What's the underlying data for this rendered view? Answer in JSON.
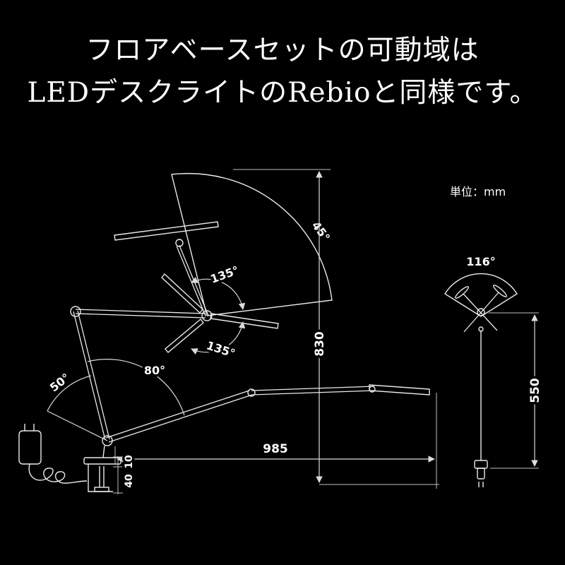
{
  "title": {
    "line1": "フロアベースセットの可動域は",
    "line2": "LEDデスクライトのRebioと同様です。"
  },
  "diagram": {
    "unit_label": "単位：mm",
    "angles": {
      "a45": "45°",
      "a135_upper": "135°",
      "a135_lower": "135°",
      "a80": "80°",
      "a50": "50°",
      "a116": "116°"
    },
    "dimensions": {
      "d830": "830",
      "d985": "985",
      "d550": "550",
      "d10": "10",
      "d40": "40"
    }
  },
  "colors": {
    "background": "#000000",
    "line": "#eaeaea",
    "text": "#ffffff"
  }
}
